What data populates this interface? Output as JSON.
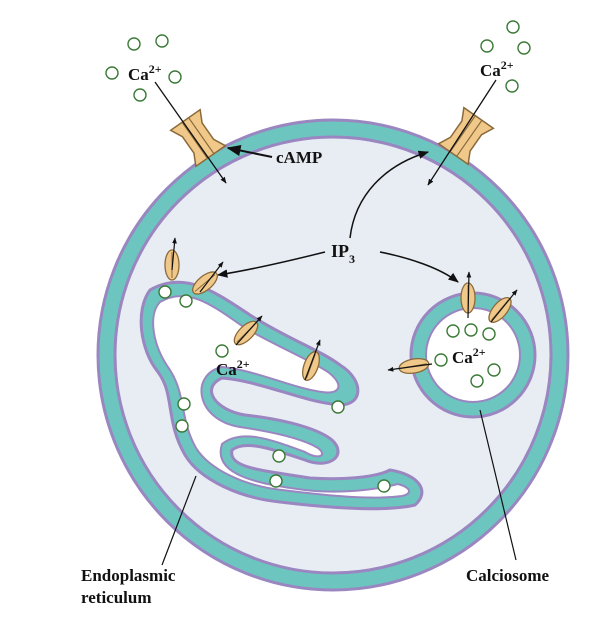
{
  "labels": {
    "ca_top_left": "Ca",
    "ca_top_left_sup": "2+",
    "ca_top_right": "Ca",
    "ca_top_right_sup": "2+",
    "camp": "cAMP",
    "ip3": "IP",
    "ip3_sub": "3",
    "ca_er": "Ca",
    "ca_er_sup": "2+",
    "ca_calciosome": "Ca",
    "ca_calciosome_sup": "2+",
    "er_line1": "Endoplasmic",
    "er_line2": "reticulum",
    "calciosome": "Calciosome"
  },
  "colors": {
    "membrane_teal": "#6cc5bf",
    "membrane_edge": "#9a86c0",
    "cytoplasm": "#e8ecf3",
    "lumen": "#ffffff",
    "channel": "#f0c88a",
    "channel_stroke": "#8a6a3a",
    "ion_stroke": "#3a7a36"
  }
}
